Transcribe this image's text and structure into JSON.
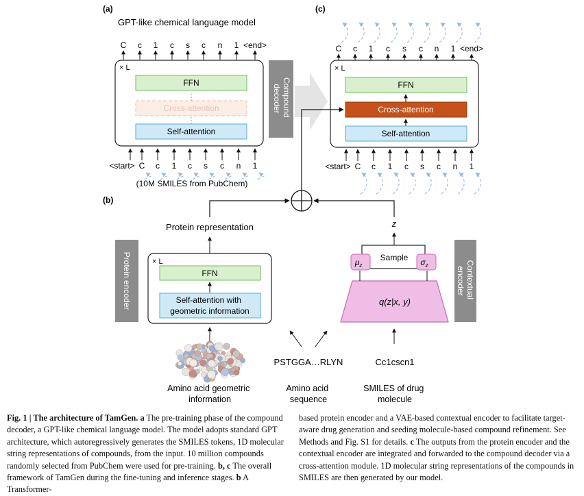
{
  "panels": {
    "a": "(a)",
    "b": "(b)",
    "c": "(c)"
  },
  "panel_a": {
    "title": "GPT-like chemical language model",
    "repeat": "× L",
    "ffn": "FFN",
    "cross_attention": "Cross-attention",
    "self_attention": "Self-attention",
    "output_tokens": [
      "C",
      "c",
      "1",
      "c",
      "s",
      "c",
      "n",
      "1",
      "<end>"
    ],
    "input_tokens": [
      "<start>",
      "C",
      "c",
      "1",
      "c",
      "s",
      "c",
      "n",
      "1"
    ],
    "source": "(10M SMILES from PubChem)"
  },
  "compound_decoder_label": [
    "Compound",
    "decoder"
  ],
  "panel_c": {
    "repeat": "× L",
    "ffn": "FFN",
    "cross_attention": "Cross-attention",
    "self_attention": "Self-attention",
    "output_tokens": [
      "C",
      "c",
      "1",
      "c",
      "s",
      "c",
      "n",
      "1",
      "<end>"
    ],
    "input_tokens": [
      "<start>",
      "C",
      "c",
      "1",
      "c",
      "s",
      "c",
      "n",
      "1"
    ]
  },
  "panel_b": {
    "protein_encoder_label": "Protein encoder",
    "repeat": "× L",
    "ffn": "FFN",
    "self_attention_geo": [
      "Self-attention with",
      "geometric information"
    ],
    "protein_representation": "Protein representation",
    "contextual_encoder_label": [
      "Contextual",
      "encoder"
    ],
    "z": "z",
    "sample": "Sample",
    "mu": "μ",
    "sigma": "σ",
    "z_sub": "z",
    "posterior": "q(z|x, y)",
    "sequence": "PSTGGA…RLYN",
    "smiles": "Cc1cscn1",
    "label_geometric": [
      "Amino acid geometric",
      "information"
    ],
    "label_sequence": [
      "Amino acid",
      "sequence"
    ],
    "label_smiles": [
      "SMILES of drug",
      "molecule"
    ]
  },
  "caption": {
    "left": {
      "fig": "Fig. 1 | ",
      "title": "The architecture of TamGen.",
      "a_label": " a",
      "a_text": " The pre-training phase of the compound decoder, a GPT-like chemical language model. The model adopts standard GPT architecture, which autoregressively generates the SMILES tokens, 1D molecular string representations of compounds, from the input. 10 million compounds randomly selected from PubChem were used for pre-training.",
      "bc_label": " b, c",
      "bc_text": " The overall framework of TamGen during the fine-tuning and inference stages.",
      "b_label": " b",
      "b_text": " A Transformer-"
    },
    "right": {
      "b_text_cont": "based protein encoder and a VAE-based contextual encoder to facilitate target-aware drug generation and seeding molecule-based compound refinement. See Methods and Fig. S1 for details.",
      "c_label": " c",
      "c_text": " The outputs from the protein encoder and the contextual encoder are integrated and forwarded to the compound decoder via a cross-attention module. 1D molecular string representations of the compounds in SMILES are then generated by our model."
    }
  },
  "colors": {
    "ffn_fill": "#d8f0cd",
    "ffn_stroke": "#6bbf59",
    "self_fill": "#cfe9f7",
    "self_stroke": "#5aa9d8",
    "cross_fill": "#c4521a",
    "cross_faded_fill": "#fbeee6",
    "cross_faded_stroke": "#f2bfa3",
    "vae_fill": "#efbde6",
    "vae_stroke": "#c46bb5",
    "side_label": "#8c8c8c",
    "dashed_arrow": "#9bb8d8"
  }
}
